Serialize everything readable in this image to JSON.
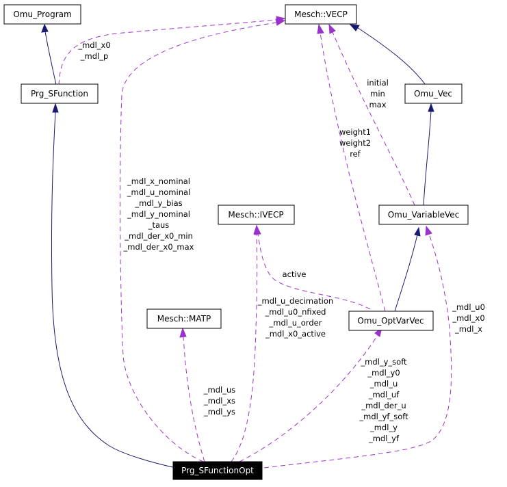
{
  "colors": {
    "inheritance": "#191970",
    "usage": "#9a32cd",
    "focus_fill": "#000000",
    "focus_text": "#ffffff"
  },
  "nodes": {
    "omu_program": "Omu_Program",
    "mesch_vecp": "Mesch::VECP",
    "prg_sfunction": "Prg_SFunction",
    "omu_vec": "Omu_Vec",
    "mesch_ivecp": "Mesch::IVECP",
    "omu_variablevec": "Omu_VariableVec",
    "mesch_matp": "Mesch::MATP",
    "omu_optvarvec": "Omu_OptVarVec",
    "prg_sfunctionopt": "Prg_SFunctionOpt"
  },
  "edge_labels": {
    "prg_to_vecp": [
      "_mdl_x0",
      "_mdl_p"
    ],
    "opt_to_vecp": [
      "_mdl_x_nominal",
      "_mdl_u_nominal",
      "_mdl_y_bias",
      "_mdl_y_nominal",
      "_taus",
      "_mdl_der_x0_min",
      "_mdl_der_x0_max"
    ],
    "varvec_to_vecp": [
      "initial",
      "min",
      "max"
    ],
    "optvarvec_to_vecp": [
      "weight1",
      "weight2",
      "ref"
    ],
    "optvarvec_to_ivecp": [
      "active"
    ],
    "opt_to_ivecp": [
      "_mdl_u_decimation",
      "_mdl_u0_nfixed",
      "_mdl_u_order",
      "_mdl_x0_active"
    ],
    "opt_to_varvec": [
      "_mdl_u0",
      "_mdl_x0",
      "_mdl_x"
    ],
    "opt_to_matp": [
      "_mdl_us",
      "_mdl_xs",
      "_mdl_ys"
    ],
    "opt_to_optvarvec": [
      "_mdl_y_soft",
      "_mdl_y0",
      "_mdl_u",
      "_mdl_uf",
      "_mdl_der_u",
      "_mdl_yf_soft",
      "_mdl_y",
      "_mdl_yf"
    ]
  }
}
